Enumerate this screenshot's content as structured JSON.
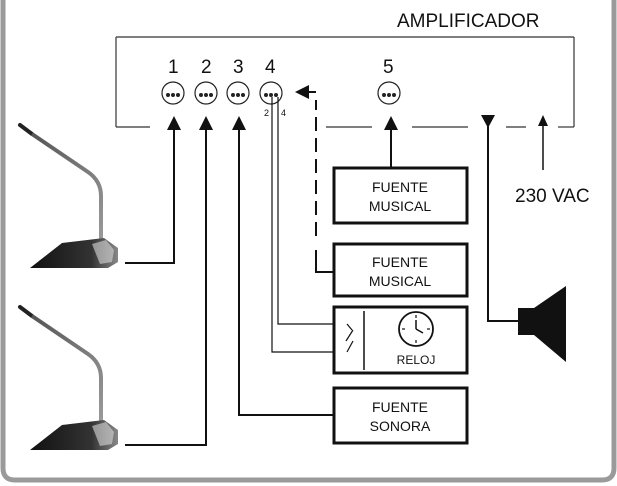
{
  "amplifier": {
    "title": "AMPLIFICADOR"
  },
  "inputs": [
    "1",
    "2",
    "3",
    "4",
    "5"
  ],
  "pin_labels": [
    "2",
    "4"
  ],
  "power": {
    "label": "230 VAC"
  },
  "boxes": {
    "fuente_musical_1": [
      "FUENTE",
      "MUSICAL"
    ],
    "fuente_musical_2": [
      "FUENTE",
      "MUSICAL"
    ],
    "reloj": "RELOJ",
    "fuente_sonora": [
      "FUENTE",
      "SONORA"
    ]
  },
  "colors": {
    "frame": "#9a9a9a",
    "line": "#111111",
    "background": "#ffffff"
  },
  "icons": [
    "microphone-icon",
    "xlr-connector-icon",
    "clock-icon",
    "switch-icon",
    "speaker-icon",
    "arrow-icon"
  ]
}
